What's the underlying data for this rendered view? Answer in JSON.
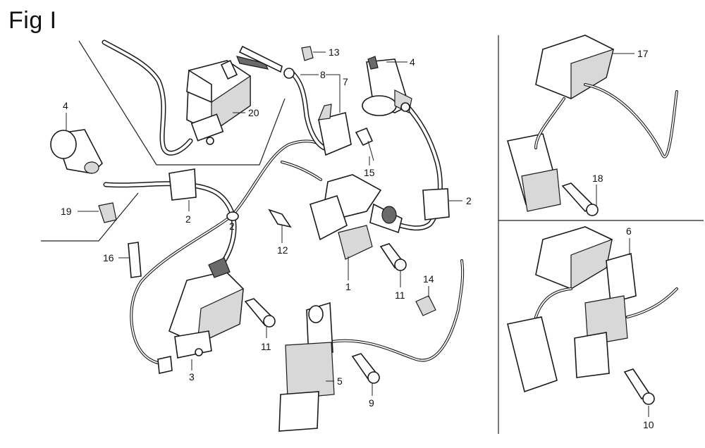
{
  "figure": {
    "title": "Fig I"
  },
  "callouts": [
    "13",
    "8",
    "7",
    "4",
    "20",
    "4",
    "15",
    "2",
    "2",
    "19",
    "2",
    "12",
    "16",
    "1",
    "11",
    "14",
    "11",
    "3",
    "5",
    "9",
    "17",
    "18",
    "6",
    "10"
  ]
}
